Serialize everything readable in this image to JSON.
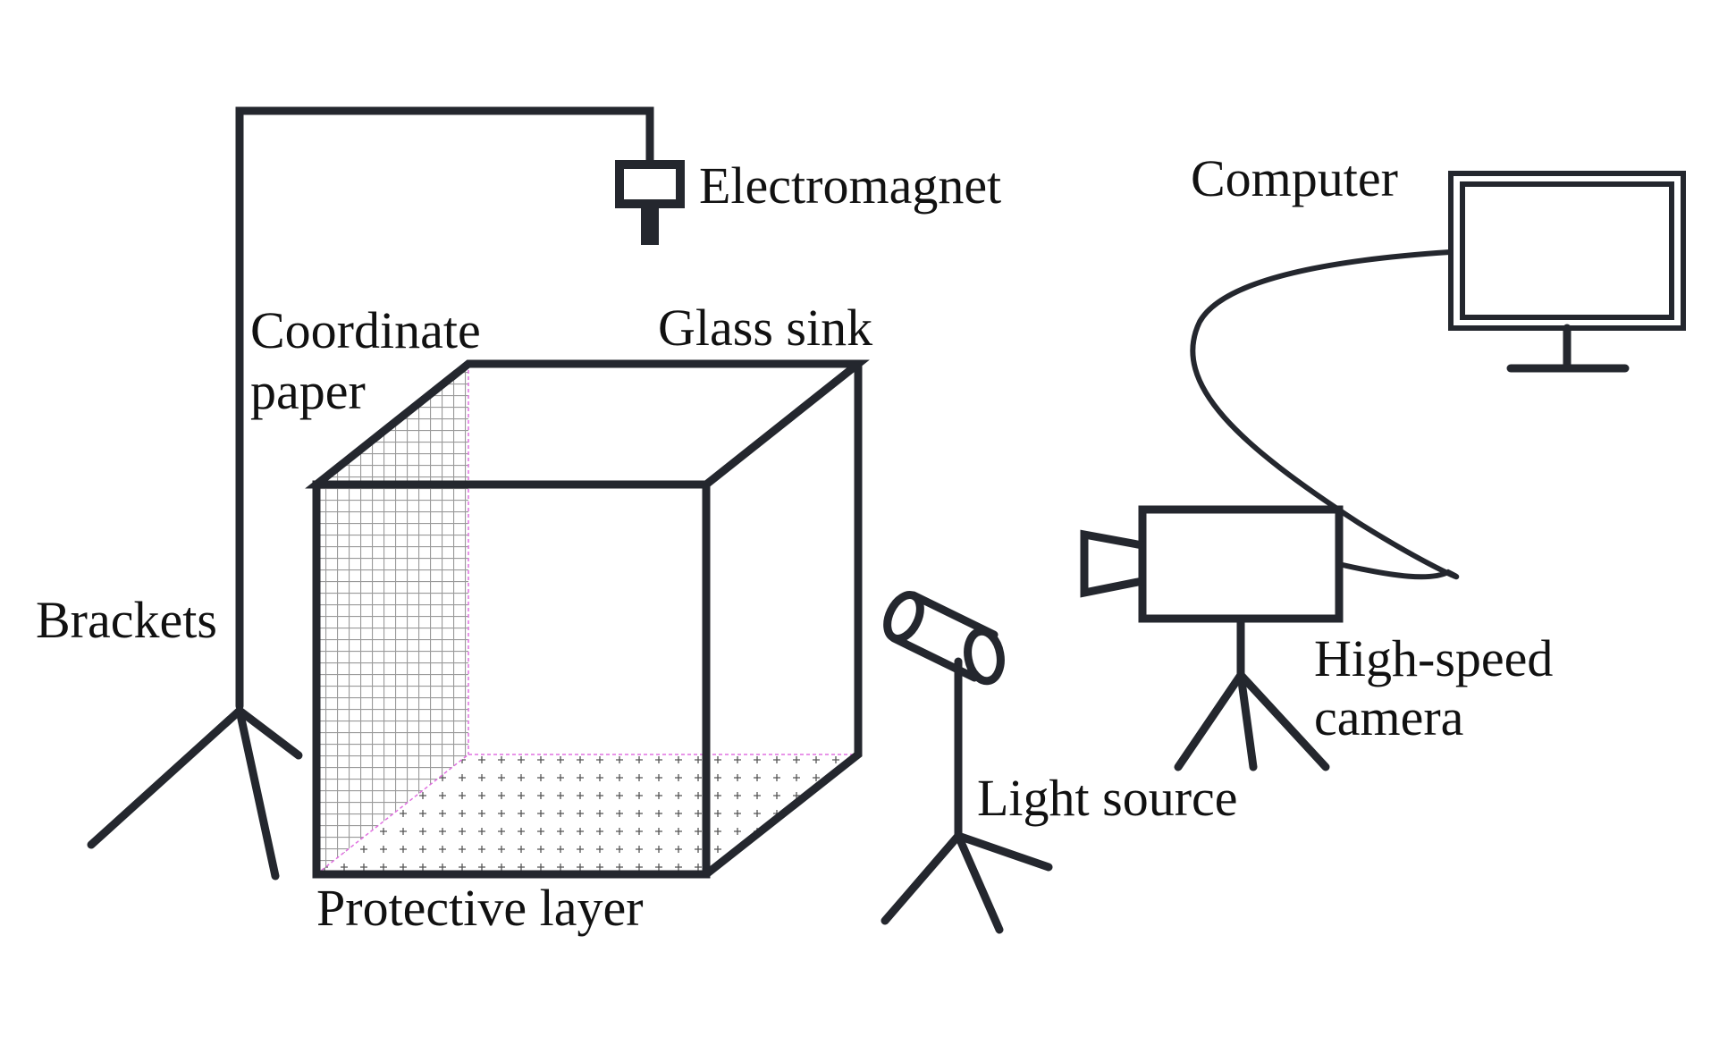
{
  "labels": {
    "electromagnet": "Electromagnet",
    "computer": "Computer",
    "coordinate_paper_line1": "Coordinate",
    "coordinate_paper_line2": "paper",
    "glass_sink": "Glass sink",
    "brackets": "Brackets",
    "high_speed_camera_line1": "High-speed",
    "high_speed_camera_line2": "camera",
    "light_source": "Light source",
    "protective_layer": "Protective layer"
  },
  "colors": {
    "line": "#24272e",
    "grid": "#9a9a9a",
    "pattern_edge": "#e070e0",
    "text": "#111111"
  }
}
